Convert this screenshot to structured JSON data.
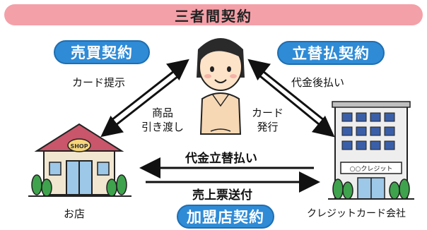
{
  "title": "三者間契約",
  "contracts": {
    "sales": "売買契約",
    "advance_payment": "立替払契約",
    "merchant": "加盟店契約"
  },
  "flows": {
    "card_presentation": "カード提示",
    "goods_delivery_line1": "商品",
    "goods_delivery_line2": "引き渡し",
    "deferred_payment": "代金後払い",
    "card_issue_line1": "カード",
    "card_issue_line2": "発行",
    "advance_pay": "代金立替払い",
    "slip_send": "売上票送付"
  },
  "parties": {
    "shop": "お店",
    "card_company": "クレジットカード会社"
  },
  "signs": {
    "shop_sign": "SHOP",
    "company_sign": "○○クレジット"
  },
  "colors": {
    "banner": "#f4a0a8",
    "pill": "#2f8bd6",
    "roof": "#c9566a",
    "tree": "#3fa34d"
  }
}
